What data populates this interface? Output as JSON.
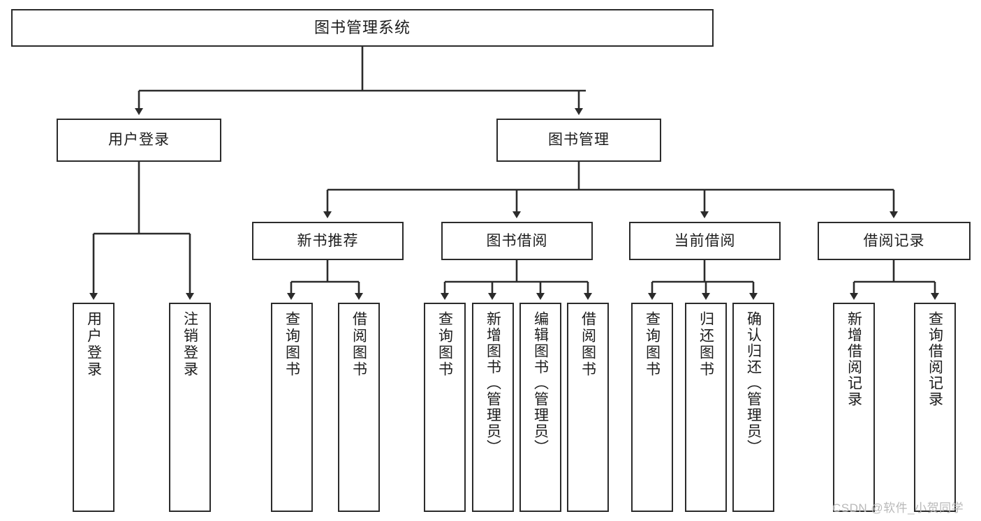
{
  "diagram": {
    "title": "图书管理系统",
    "root": {
      "label": "图书管理系统"
    },
    "level2": [
      {
        "label": "用户登录"
      },
      {
        "label": "图书管理"
      }
    ],
    "level3": [
      {
        "label": "新书推荐"
      },
      {
        "label": "图书借阅"
      },
      {
        "label": "当前借阅"
      },
      {
        "label": "借阅记录"
      }
    ],
    "leaves": [
      {
        "label": "用户登录"
      },
      {
        "label": "注销登录"
      },
      {
        "label": "查询图书"
      },
      {
        "label": "借阅图书"
      },
      {
        "label": "查询图书"
      },
      {
        "label": "新增图书（管理员）"
      },
      {
        "label": "编辑图书（管理员）"
      },
      {
        "label": "借阅图书"
      },
      {
        "label": "查询图书"
      },
      {
        "label": "归还图书"
      },
      {
        "label": "确认归还（管理员）"
      },
      {
        "label": "新增借阅记录"
      },
      {
        "label": "查询借阅记录"
      }
    ],
    "watermark": "CSDN @软件_小贺同学",
    "colors": {
      "stroke": "#2b2b2b",
      "fill": "#ffffff",
      "text": "#1c1c1c",
      "watermark": "#b9b9b9"
    }
  }
}
